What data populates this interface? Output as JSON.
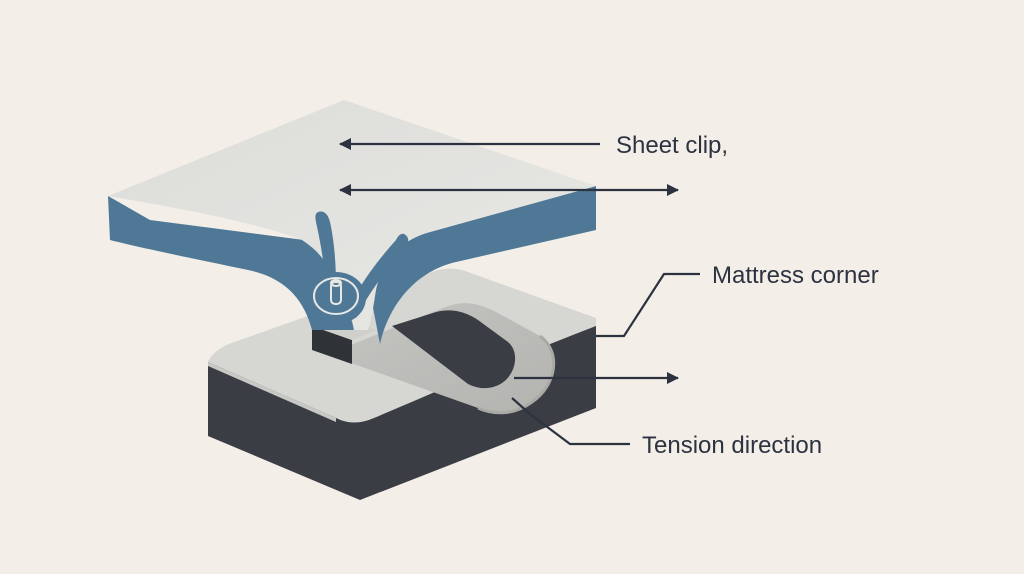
{
  "labels": {
    "sheet_clip": "Sheet clip,",
    "mattress_corner": "Mattress corner",
    "tension_direction": "Tension direction"
  },
  "colors": {
    "background": "#f3efe8",
    "top_face": "#e2e2df",
    "blue_side": "#4f7896",
    "base_top": "#d6d6d3",
    "base_side": "#3a3d43",
    "ink": "#2c3240"
  }
}
